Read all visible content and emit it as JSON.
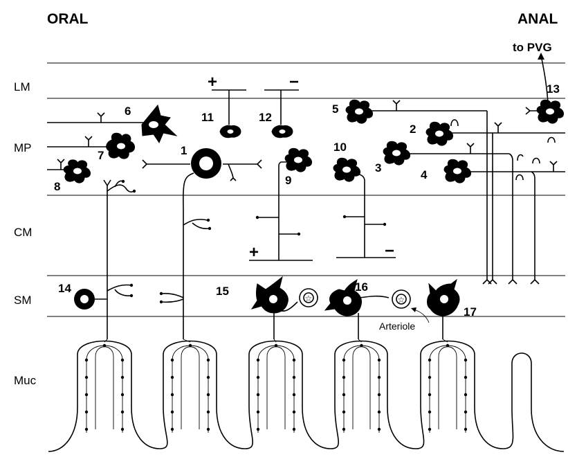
{
  "headers": {
    "oral": "ORAL",
    "anal": "ANAL",
    "to_pvg": "to PVG"
  },
  "layers": [
    "LM",
    "MP",
    "CM",
    "SM",
    "Muc"
  ],
  "neuron_numbers": [
    "1",
    "2",
    "3",
    "4",
    "5",
    "6",
    "7",
    "8",
    "9",
    "10",
    "11",
    "12",
    "13",
    "14",
    "15",
    "16",
    "17"
  ],
  "signs": {
    "n11": "+",
    "n12": "−",
    "n9": "+",
    "n10": "−"
  },
  "labels": {
    "arteriole": "Arteriole"
  }
}
